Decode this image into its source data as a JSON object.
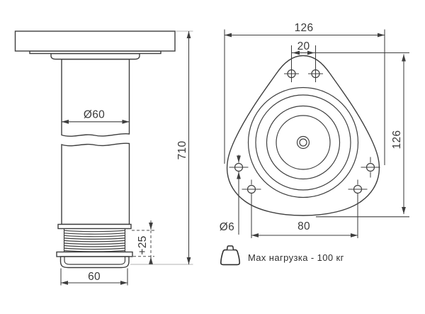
{
  "side_view": {
    "tube_diameter": "Ø60",
    "total_height": "710",
    "adjustment": "+25",
    "foot_width": "60"
  },
  "top_view": {
    "overall_width": "126",
    "overall_height": "126",
    "top_holes_spacing": "20",
    "hole_diameter": "Ø6",
    "bottom_holes_spacing": "80"
  },
  "note": {
    "max_load": "Max нагрузка - 100 кг"
  },
  "icons": {
    "weight": "weight-icon"
  },
  "colors": {
    "line": "#3e3e3e",
    "light_line": "#b3b3b3",
    "background": "#ffffff"
  }
}
